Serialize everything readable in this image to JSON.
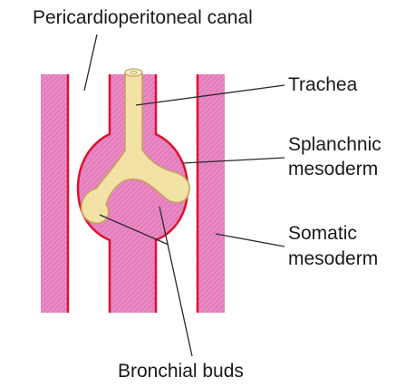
{
  "labels": {
    "pericardioperitoneal_canal": "Pericardioperitoneal canal",
    "trachea": "Trachea",
    "splanchnic_line1": "Splanchnic",
    "splanchnic_line2": "mesoderm",
    "somatic_line1": "Somatic",
    "somatic_line2": "mesoderm",
    "bronchial_buds": "Bronchial buds"
  },
  "colors": {
    "mesoderm_fill": "#e87bc0",
    "mesoderm_outline": "#e0102a",
    "endoderm_fill": "#f3e2a6",
    "endoderm_outline": "#c4a45a",
    "leader_line": "#2a2a2a"
  }
}
